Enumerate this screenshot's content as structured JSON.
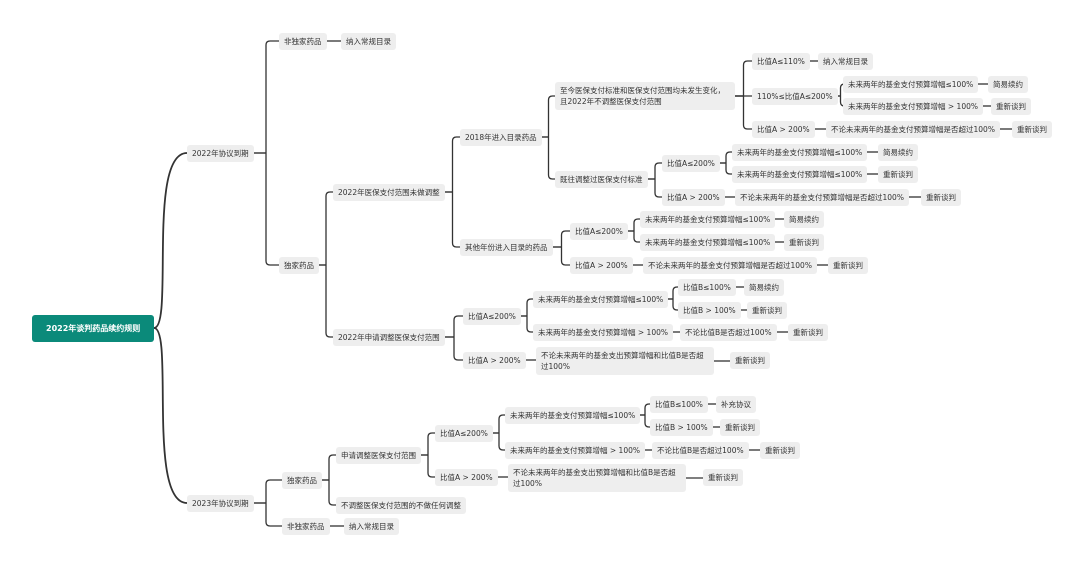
{
  "colors": {
    "root": "#0b8a7a",
    "node": "#eeeeee",
    "line": "#333333"
  },
  "nodes": {
    "root": "2022年谈判药品续约规则",
    "n1": "2022年协议到期",
    "n2": "2023年协议到期",
    "a": "非独家药品",
    "a1": "纳入常规目录",
    "b": "独家药品",
    "b1": "2022年医保支付范围未做调整",
    "b2": "2022年申请调整医保支付范围",
    "c1": "2018年进入目录药品",
    "c2": "其他年份进入目录的药品",
    "d1": "至今医保支付标准和医保支付范围均未发生变化，且2022年不调整医保支付范围",
    "d2": "既往调整过医保支付标准",
    "e1": "比值A≤110%",
    "e1a": "纳入常规目录",
    "e2": "110%≤比值A≤200%",
    "f1": "未来两年的基金支付预算增幅≤100%",
    "f1a": "简易续约",
    "f2": "未来两年的基金支付预算增幅 > 100%",
    "f2a": "重新谈判",
    "e3": "比值A > 200%",
    "e3a": "不论未来两年的基金支付预算增幅是否超过100%",
    "e3b": "重新谈判",
    "g1": "比值A≤200%",
    "g1a": "未来两年的基金支付预算增幅≤100%",
    "g1b": "简易续约",
    "g1c": "未来两年的基金支付预算增幅≤100%",
    "g1d": "重新谈判",
    "g2": "比值A > 200%",
    "g2a": "不论未来两年的基金支付预算增幅是否超过100%",
    "g2b": "重新谈判",
    "h1": "比值A≤200%",
    "h1a": "未来两年的基金支付预算增幅≤100%",
    "h1b": "简易续约",
    "h1c": "未来两年的基金支付预算增幅≤100%",
    "h1d": "重新谈判",
    "h2": "比值A > 200%",
    "h2a": "不论未来两年的基金支付预算增幅是否超过100%",
    "h2b": "重新谈判",
    "i1": "比值A≤200%",
    "i1a": "未来两年的基金支付预算增幅≤100%",
    "i1b": "比值B≤100%",
    "i1c": "简易续约",
    "i1d": "比值B > 100%",
    "i1e": "重新谈判",
    "i1f": "未来两年的基金支付预算增幅 > 100%",
    "i1g": "不论比值B是否超过100%",
    "i1h": "重新谈判",
    "i2": "比值A > 200%",
    "i2a": "不论未来两年的基金支出预算增幅和比值B是否超过100%",
    "i2b": "重新谈判",
    "j": "独家药品",
    "k": "非独家药品",
    "k1": "纳入常规目录",
    "j1": "申请调整医保支付范围",
    "j2": "不调整医保支付范围的不做任何调整",
    "l1": "比值A≤200%",
    "l1a": "未来两年的基金支付预算增幅≤100%",
    "l1b": "比值B≤100%",
    "l1c": "补充协议",
    "l1d": "比值B > 100%",
    "l1e": "重新谈判",
    "l1f": "未来两年的基金支付预算增幅 > 100%",
    "l1g": "不论比值B是否超过100%",
    "l1h": "重新谈判",
    "l2": "比值A > 200%",
    "l2a": "不论未来两年的基金支出预算增幅和比值B是否超过100%",
    "l2b": "重新谈判"
  }
}
